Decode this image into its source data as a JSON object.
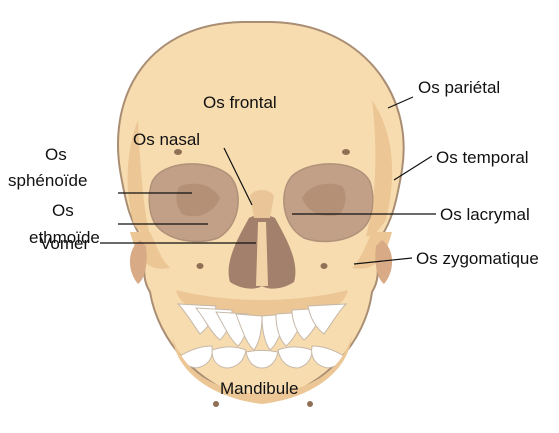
{
  "labels": {
    "frontal": "Os frontal",
    "nasal": "Os nasal",
    "parietal": "Os pariétal",
    "temporal": "Os temporal",
    "sphenoide_1": "Os",
    "sphenoide_2": "sphénoïde",
    "ethmoide_1": "Os",
    "ethmoide_2": "ethmoïde",
    "lacrymal": "Os lacrymal",
    "zygomatique": "Os zygomatique",
    "vomer": "Vomer",
    "mandibule": "Mandibule"
  },
  "colors": {
    "bone": "#f7dcb0",
    "bone_shadow": "#ecc795",
    "outline": "#a98e74",
    "cavity": "#c2a087",
    "cavity_dark": "#8f7056",
    "teeth": "#ffffff",
    "line": "#111111"
  }
}
